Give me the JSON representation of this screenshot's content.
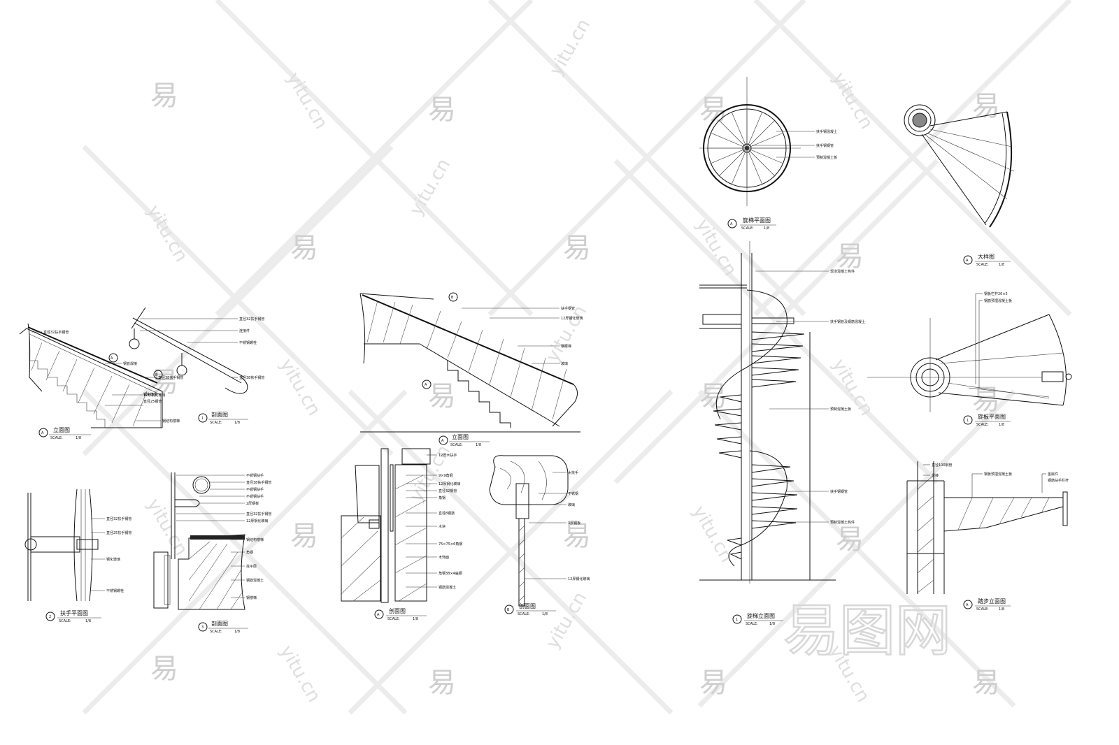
{
  "watermark": {
    "brand_char": "易",
    "site": "yitu.cn",
    "logo": "易图网"
  },
  "scale_label": "SCALE:",
  "scale_value": "1/8",
  "panels": {
    "p1": {
      "marker": "A",
      "title": "立面图"
    },
    "p2": {
      "marker": "1",
      "title": "剖面图"
    },
    "p3": {
      "marker": "2",
      "title": "扶手平面图"
    },
    "p4": {
      "marker": "3",
      "title": "剖面图"
    },
    "p5": {
      "marker": "A",
      "title": "立面图"
    },
    "p6": {
      "marker": "A",
      "title": "剖面图"
    },
    "p7": {
      "marker": "B",
      "title": "剖面图"
    },
    "p8": {
      "marker": "A",
      "title": "旋梯平面图"
    },
    "p9": {
      "marker": "A",
      "title": "大样图"
    },
    "p10": {
      "marker": "1",
      "title": "旋梯立面图"
    },
    "p11": {
      "marker": "1",
      "title": "旋板平面图"
    },
    "p12": {
      "marker": "A",
      "title": "踏步立面图"
    }
  },
  "notes": {
    "p1": [
      "直径32扶手钢管",
      "钢管焊接",
      "直径38扶手钢管",
      "钢化玻璃",
      "12厚钢化玻璃",
      "直径25钢管",
      "钢结构楼梯"
    ],
    "p2": [
      "直径32扶手钢管",
      "连接件",
      "不锈钢螺栓",
      "直径38扶手钢管"
    ],
    "p3": [
      "直径32扶手钢管",
      "直径25扶手钢管",
      "钢化玻璃",
      "不锈钢螺栓"
    ],
    "p4": [
      "不锈钢扶手",
      "直径38扶手钢管",
      "不锈钢扶手",
      "不锈钢扶手",
      "2厚钢板",
      "直径32扶手钢管",
      "12厚钢化玻璃",
      "钢结构楼梯",
      "角钢",
      "找平层",
      "钢筋混凝土",
      "钢楼梯"
    ],
    "p5": [
      "扶手钢管",
      "12厚钢化玻璃",
      "钢楼梯",
      "玻璃"
    ],
    "p6": [
      "12厚木扶手",
      "9×9角钢",
      "12厚钢化玻璃",
      "直径32钢管",
      "角钢",
      "直径8钢筋",
      "木块",
      "75×75×6角钢",
      "木饰面",
      "角钢38×4扁钢",
      "钢筋混凝土"
    ],
    "p7": [
      "木扶手",
      "不锈钢",
      "玻璃",
      "3厚钢板",
      "12厚钢化玻璃"
    ],
    "p8": [
      "扶手钢混凝土",
      "扶手钢钢管",
      "预制混凝土板"
    ],
    "p10": [
      "现浇混凝土构件",
      "扶手钢管及钢筋混凝土",
      "预制混凝土板",
      "扶手钢钢管",
      "预制混凝土构件"
    ],
    "p11": [
      "钢板栏杆20×5",
      "钢筋预埋混凝土板"
    ],
    "p12": [
      "直径100钢管",
      "焊接",
      "钢板预埋混凝土板",
      "金属件",
      "钢筋扶手栏杆"
    ]
  }
}
